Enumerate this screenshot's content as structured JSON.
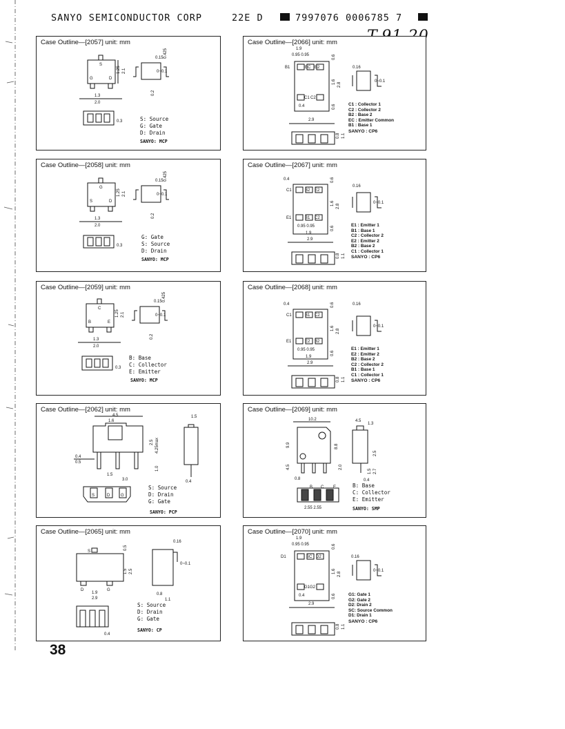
{
  "header": {
    "company": "SANYO SEMICONDUCTOR CORP",
    "code": "22E D",
    "doc_number": "7997076 0006785 7",
    "handwritten": "T-91-20"
  },
  "page_number": "38",
  "outlines": [
    {
      "title": "Case Outline—[2057] unit: mm",
      "legend": [
        "S: Source",
        "G: Gate",
        "D: Drain"
      ],
      "sanyo": "SANYO: MCP",
      "dims": {
        "pitch": "1.3",
        "width": "2.0",
        "h1": "1.25",
        "h2": "2.1",
        "lead": "0.15",
        "t": "0.425",
        "gap": "0~0.1",
        "f": "0.2",
        "w": "0.3",
        "p1": "S",
        "p2": "G",
        "p3": "D"
      }
    },
    {
      "title": "Case Outline—[2066] unit: mm",
      "legend": [
        "C1 : Collector 1",
        "C2 : Collector 2",
        "B2 : Base 2",
        "EC : Emitter Common",
        "B1 : Base 1"
      ],
      "sanyo": "SANYO : CP6",
      "dims": {
        "top": "1.9",
        "pitch": "0.95 0.95",
        "w": "2.9",
        "h1": "1.6",
        "h2": "2.8",
        "lead": "0.16",
        "gap": "0~0.1",
        "a": "0.6",
        "b": "0.4",
        "t1": "0.8",
        "t2": "1.1",
        "p1": "B1",
        "p2": "EC",
        "p3": "B2",
        "p4": "C1",
        "p5": "C2"
      }
    },
    {
      "title": "Case Outline—[2058] unit: mm",
      "legend": [
        "G: Gate",
        "S: Source",
        "D: Drain"
      ],
      "sanyo": "SANYO: MCP",
      "dims": {
        "pitch": "1.3",
        "width": "2.0",
        "h1": "1.25",
        "h2": "2.1",
        "lead": "0.15",
        "t": "0.425",
        "gap": "0~0.1",
        "f": "0.2",
        "w": "0.3",
        "p1": "S",
        "p2": "D",
        "p3": "G"
      }
    },
    {
      "title": "Case Outline—[2067] unit: mm",
      "legend": [
        "E1 : Emitter 1",
        "B1 : Base 1",
        "C2 : Collector 2",
        "E2 : Emitter 2",
        "B2 : Base 2",
        "C1 : Collector 1"
      ],
      "sanyo": "SANYO : CP6",
      "dims": {
        "top": "0.4",
        "pitch": "0.95 0.95",
        "mid": "1.9",
        "w": "2.9",
        "h1": "1.6",
        "h2": "2.8",
        "lead": "0.16",
        "gap": "0~0.1",
        "a": "0.6",
        "t1": "0.8",
        "t2": "1.1",
        "p1": "C1",
        "p2": "B2",
        "p3": "E2",
        "p4": "E1",
        "p5": "B1",
        "p6": "C2"
      }
    },
    {
      "title": "Case Outline—[2059] unit: mm",
      "legend": [
        "B: Base",
        "C: Collector",
        "E: Emitter"
      ],
      "sanyo": "SANYO: MCP",
      "dims": {
        "pitch": "1.3",
        "width": "2.0",
        "h1": "1.25",
        "h2": "2.1",
        "lead": "0.15",
        "t": "0.425",
        "gap": "0~0.1",
        "f": "0.2",
        "w": "0.3",
        "p1": "B",
        "p2": "E",
        "p3": "C"
      }
    },
    {
      "title": "Case Outline—[2068] unit: mm",
      "legend": [
        "E1 : Emitter 1",
        "E2 : Emitter 2",
        "B2 : Base 2",
        "C2 : Collector 2",
        "B1 : Base 1",
        "C1 : Collector 1"
      ],
      "sanyo": "SANYO : CP6",
      "dims": {
        "top": "0.4",
        "pitch": "0.95 0.95",
        "mid": "1.9",
        "w": "2.9",
        "h1": "1.6",
        "h2": "2.8",
        "lead": "0.16",
        "gap": "0~0.1",
        "a": "0.6",
        "t1": "0.8",
        "t2": "1.1",
        "p1": "C1",
        "p2": "B1",
        "p3": "C2",
        "p4": "E1",
        "p5": "E2",
        "p6": "B2"
      }
    },
    {
      "title": "Case Outline—[2062] unit: mm",
      "legend": [
        "S: Source",
        "D: Drain",
        "G: Gate"
      ],
      "sanyo": "SANYO: PCP",
      "dims": {
        "w": "4.5",
        "tab": "1.6",
        "side": "1.5",
        "h1": "2.5",
        "h2": "4.25max",
        "l": "1.0",
        "a": "0.4",
        "b": "0.5",
        "pitch": "1.5",
        "span": "3.0",
        "t": "0.4",
        "p1": "S",
        "p2": "D",
        "p3": "G"
      }
    },
    {
      "title": "Case Outline—[2069] unit: mm",
      "legend": [
        "B: Base",
        "C: Collector",
        "E: Emitter"
      ],
      "sanyo": "SANYO: SMP",
      "dims": {
        "w": "10.2",
        "side": "4.5",
        "t": "1.3",
        "h1": "9.9",
        "h2": "8.8",
        "h3": "4.5",
        "l": "2.0",
        "s": "2.5",
        "a": "0.8",
        "b": "0.4",
        "c": "1.5",
        "d": "2.7",
        "pitch": "2.55 2.55",
        "p1": "B",
        "p2": "C",
        "p3": "E"
      }
    },
    {
      "title": "Case Outline—[2065] unit: mm",
      "legend": [
        "S: Source",
        "D: Drain",
        "G: Gate"
      ],
      "sanyo": "SANYO: CP",
      "dims": {
        "lead": "0.16",
        "gap": "0~0.1",
        "a": "0.5",
        "h1": "1.5",
        "h2": "2.5",
        "pitch": "1.9",
        "w": "2.9",
        "t1": "0.8",
        "t2": "1.1",
        "l": "0.4",
        "p1": "S",
        "p2": "D",
        "p3": "G"
      }
    },
    {
      "title": "Case Outline—[2070] unit: mm",
      "legend": [
        "G1: Gate 1",
        "G2: Gate 2",
        "D2: Drain 2",
        "SC: Source Common",
        "D1: Drain 1"
      ],
      "sanyo": "SANYO : CP6",
      "dims": {
        "top": "1.9",
        "pitch": "0.95 0.95",
        "w": "2.9",
        "h1": "1.6",
        "h2": "2.8",
        "lead": "0.16",
        "gap": "0~0.1",
        "a": "0.6",
        "b": "0.4",
        "t1": "0.8",
        "t2": "1.1",
        "p1": "D1",
        "p2": "SC",
        "p3": "D2",
        "p4": "G1",
        "p5": "G2"
      }
    }
  ]
}
